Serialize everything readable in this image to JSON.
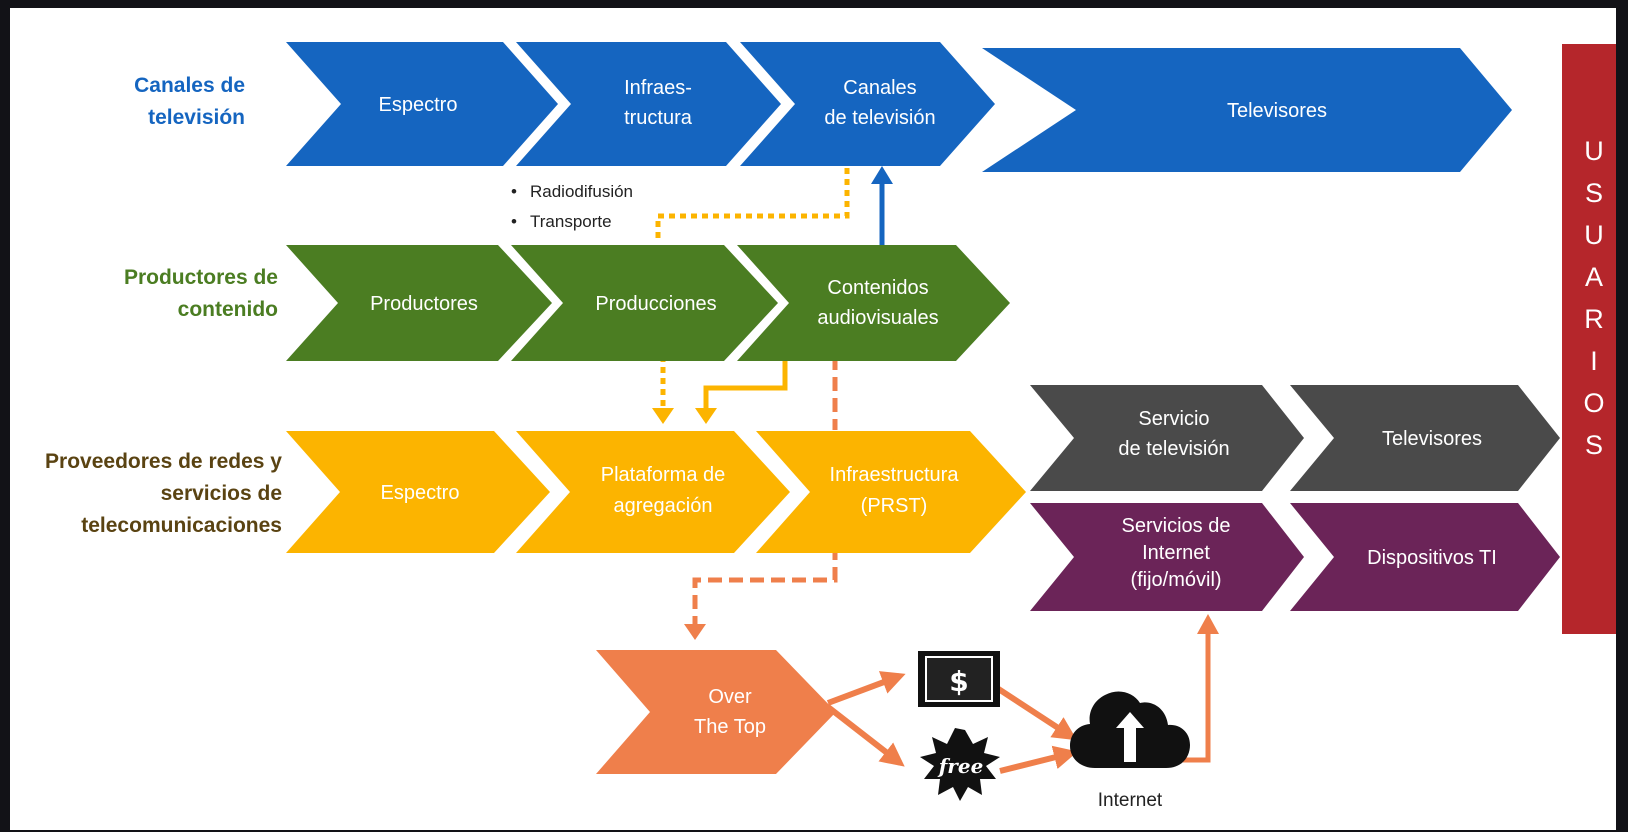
{
  "colors": {
    "blue": "#1565c0",
    "green": "#4b7d22",
    "yellow": "#fcb400",
    "gray": "#4a4a4a",
    "purple": "#6b2458",
    "orange": "#ef7f4b",
    "red": "#b5262b",
    "label_blue": "#1565c0",
    "label_green": "#4b7d22",
    "label_brown": "#5a4312",
    "dotted_yellow": "#fcb400",
    "dashed_orange": "#ef7f4b"
  },
  "rows": {
    "tv": {
      "label_1": "Canales de",
      "label_2": "televisión"
    },
    "content": {
      "label_1": "Productores de",
      "label_2": "contenido"
    },
    "telecom": {
      "label_1": "Proveedores de redes y",
      "label_2": "servicios de",
      "label_3": "telecomunicaciones"
    }
  },
  "tv_chain": {
    "espectro": "Espectro",
    "infra_1": "Infraes-",
    "infra_2": "tructura",
    "canales_1": "Canales",
    "canales_2": "de televisión",
    "televisores": "Televisores"
  },
  "infra_notes": {
    "item_1": "Radiodifusión",
    "item_2": "Transporte",
    "bullet": "•"
  },
  "content_chain": {
    "productores": "Productores",
    "producciones": "Producciones",
    "contenidos_1": "Contenidos",
    "contenidos_2": "audiovisuales"
  },
  "telecom_chain": {
    "espectro": "Espectro",
    "plataforma_1": "Plataforma de",
    "plataforma_2": "agregación",
    "infra_1": "Infraestructura",
    "infra_2": "(PRST)"
  },
  "services": {
    "tv_service_1": "Servicio",
    "tv_service_2": "de televisión",
    "televisores": "Televisores",
    "internet_1": "Servicios de",
    "internet_2": "Internet",
    "internet_3": "(fijo/móvil)",
    "dispositivos": "Dispositivos TI"
  },
  "ott": {
    "line_1": "Over",
    "line_2": "The Top"
  },
  "payment": {
    "paid_symbol": "$",
    "free_label": "free"
  },
  "internet_label": "Internet",
  "users_letters": [
    "U",
    "S",
    "U",
    "A",
    "R",
    "I",
    "O",
    "S"
  ]
}
